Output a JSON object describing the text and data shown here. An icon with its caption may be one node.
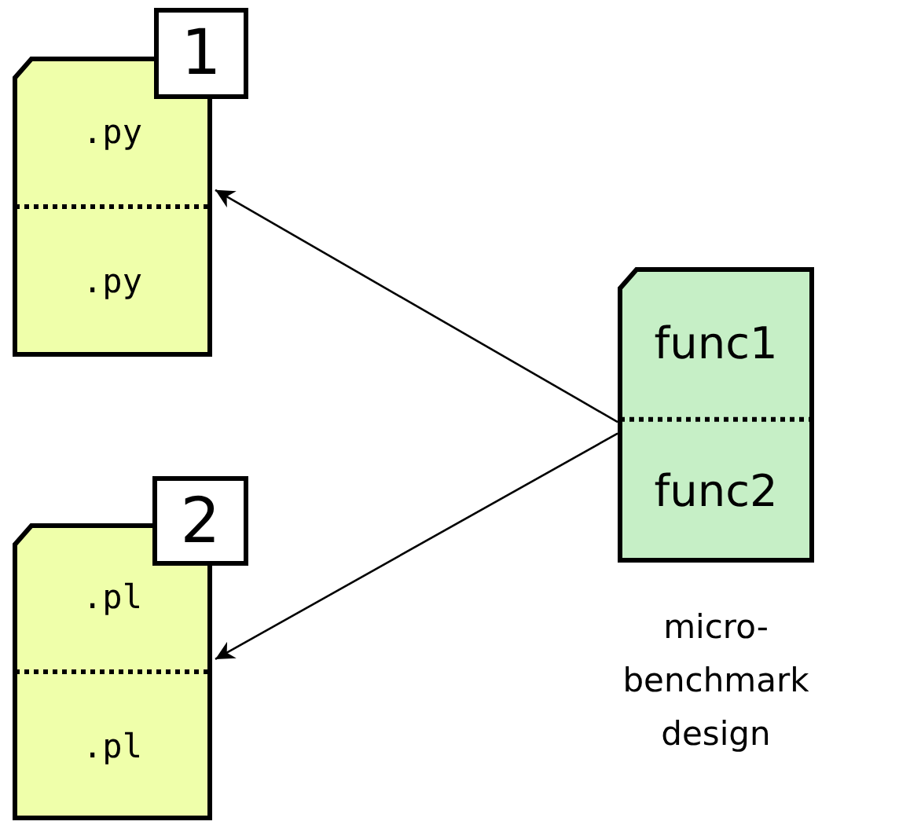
{
  "diagram": {
    "nodes": [
      {
        "text": [
          ".py",
          ".py"
        ]
      },
      {
        "text": [
          "1"
        ]
      },
      {
        "text": [
          ".pl",
          ".pl"
        ]
      },
      {
        "text": [
          "2"
        ]
      },
      {
        "text": [
          "func1",
          "func2"
        ],
        "beside": [
          "micro-benchmark design"
        ]
      }
    ],
    "edges": [
      {
        "from": 4,
        "to": 0,
        "arrow": "to"
      },
      {
        "from": 4,
        "to": 2,
        "arrow": "to"
      }
    ]
  }
}
